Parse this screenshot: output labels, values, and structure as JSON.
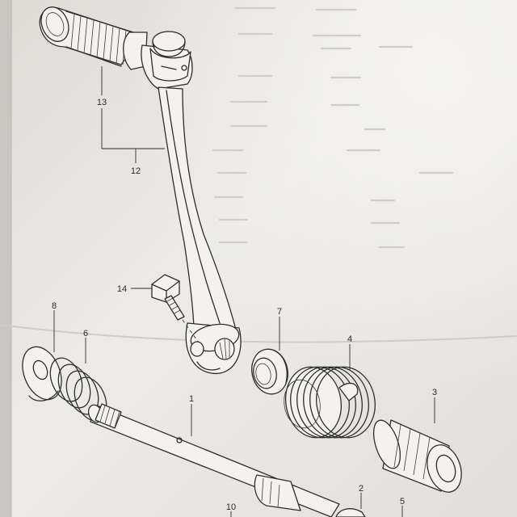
{
  "callouts": {
    "p1": "1",
    "p2": "2",
    "p3": "3",
    "p4": "4",
    "p5": "5",
    "p6": "6",
    "p7": "7",
    "p8": "8",
    "p10": "10",
    "p12": "12",
    "p13": "13",
    "p14": "14"
  }
}
